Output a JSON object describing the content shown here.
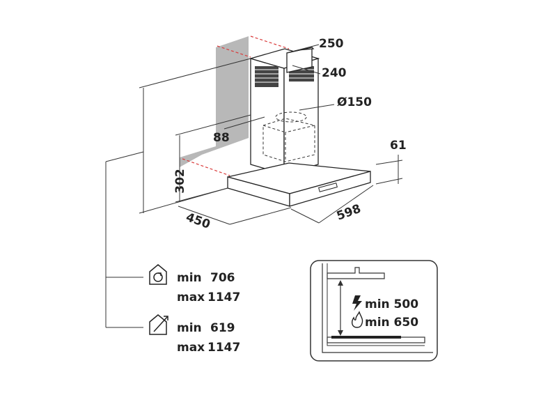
{
  "dimensions": {
    "chimney_width": "250",
    "chimney_depth": "240",
    "outlet_diameter": "Ø150",
    "wall_offset": "88",
    "canopy_height": "302",
    "canopy_thickness": "61",
    "depth": "450",
    "width": "598"
  },
  "installation": {
    "recirculation": {
      "icon": "house-recirculation-icon",
      "min_label": "min",
      "min_value": "706",
      "max_label": "max",
      "max_value": "1147"
    },
    "extraction": {
      "icon": "house-extraction-icon",
      "min_label": "min",
      "min_value": "619",
      "max_label": "max",
      "max_value": "1147"
    }
  },
  "clearance": {
    "electric": {
      "icon": "lightning-icon",
      "text": "min 500"
    },
    "gas": {
      "icon": "flame-icon",
      "text": "min 650"
    }
  },
  "colors": {
    "wall": "#b8b8b8",
    "accent_dash": "#d93a3a",
    "line": "#222222"
  }
}
